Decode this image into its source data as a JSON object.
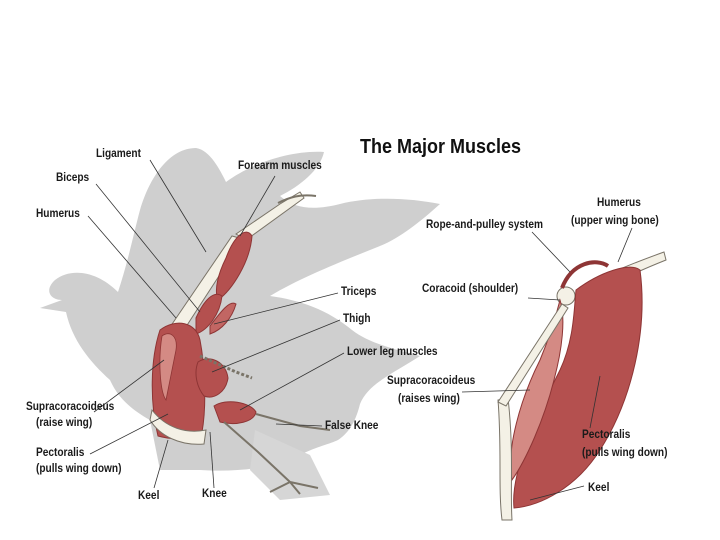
{
  "title": "The Major Muscles",
  "left_labels": {
    "ligament": "Ligament",
    "forearm_muscles": "Forearm muscles",
    "biceps": "Biceps",
    "humerus": "Humerus",
    "triceps": "Triceps",
    "thigh": "Thigh",
    "lower_leg_muscles": "Lower leg muscles",
    "supracoracoideus": "Supracoracoideus",
    "supracoracoideus_note": "(raise wing)",
    "pectoralis": "Pectoralis",
    "pectoralis_note": "(pulls wing down)",
    "false_knee": "False Knee",
    "keel": "Keel",
    "knee": "Knee"
  },
  "right_labels": {
    "humerus": "Humerus",
    "humerus_note": "(upper wing bone)",
    "rope_pulley": "Rope-and-pulley system",
    "coracoid": "Coracoid (shoulder)",
    "supracoracoideus": "Supracoracoideus",
    "supracoracoideus_note": "(raises wing)",
    "pectoralis": "Pectoralis",
    "pectoralis_note": "(pulls wing down)",
    "keel": "Keel"
  },
  "colors": {
    "muscle": "#b4504f",
    "muscle_dark": "#8e3535",
    "muscle_light": "#d48a84",
    "bone": "#f4f1e6",
    "bone_outline": "#7a7468",
    "silhouette": "#cfcfcf",
    "leader_line": "#333333"
  }
}
